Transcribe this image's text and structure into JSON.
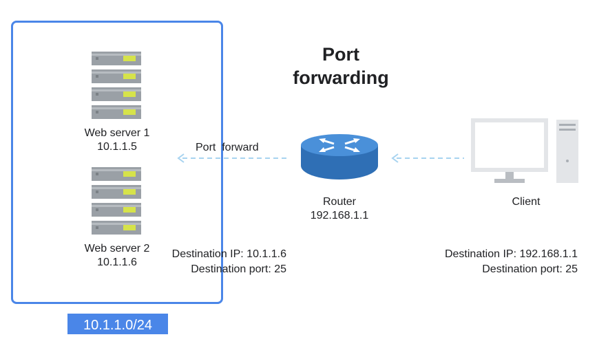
{
  "title": {
    "line1": "Port",
    "line2": "forwarding"
  },
  "subnet": {
    "label": "10.1.1.0/24"
  },
  "servers": [
    {
      "name": "Web server 1",
      "ip": "10.1.1.5"
    },
    {
      "name": "Web server 2",
      "ip": "10.1.1.6"
    }
  ],
  "router": {
    "name": "Router",
    "ip": "192.168.1.1"
  },
  "client": {
    "name": "Client"
  },
  "arrows": {
    "forward_label": "Port  forward"
  },
  "inner_packet": {
    "dest_ip": "Destination IP: 10.1.1.6",
    "dest_port": "Destination port: 25"
  },
  "outer_packet": {
    "dest_ip": "Destination IP: 192.168.1.1",
    "dest_port": "Destination port: 25"
  },
  "colors": {
    "accent": "#4a86e8",
    "server_body": "#9aa0a6",
    "server_light": "#d6e34a",
    "router": "#4a90d9",
    "arrow": "#a7d3f0"
  }
}
